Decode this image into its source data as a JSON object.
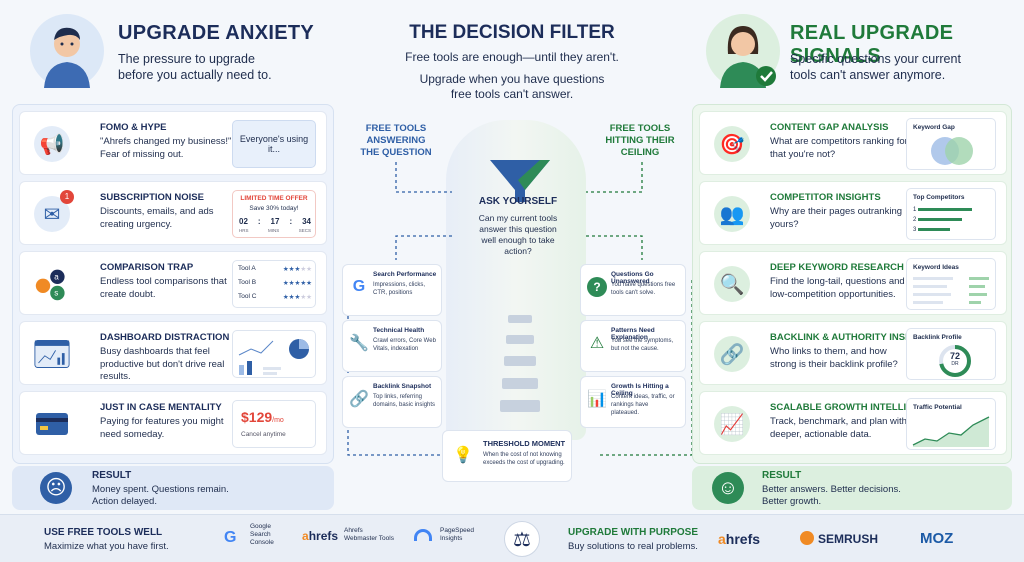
{
  "left_header": {
    "title": "UPGRADE ANXIETY",
    "subtitle_line1": "The pressure to upgrade",
    "subtitle_line2": "before you actually need to."
  },
  "center_header": {
    "title": "THE DECISION FILTER",
    "line1": "Free tools are enough—until they aren't.",
    "line2": "Upgrade when you have questions",
    "line3": "free tools can't answer."
  },
  "right_header": {
    "title": "REAL UPGRADE SIGNALS",
    "subtitle_line1": "Specific questions your current",
    "subtitle_line2": "tools can't answer anymore."
  },
  "left_items": [
    {
      "title": "FOMO & HYPE",
      "text": "\"Ahrefs changed my business!\" Fear of missing out.",
      "icon": "megaphone-icon",
      "aside": "Everyone's using it..."
    },
    {
      "title": "SUBSCRIPTION NOISE",
      "text": "Discounts, emails, and ads creating urgency.",
      "icon": "mail-icon",
      "badge": "1",
      "offer": "LIMITED TIME OFFER",
      "offer_sub": "Save 30% today!",
      "timer": [
        "02",
        "17",
        "34"
      ],
      "timer_labels": [
        "HRS",
        "MINS",
        "SECS"
      ]
    },
    {
      "title": "COMPARISON TRAP",
      "text": "Endless tool comparisons that create doubt.",
      "icon": "logos-icon",
      "tools": [
        "Tool A",
        "Tool B",
        "Tool C"
      ],
      "ratings": [
        3,
        5,
        3
      ]
    },
    {
      "title": "DASHBOARD DISTRACTION",
      "text": "Busy dashboards that feel productive but don't drive real results.",
      "icon": "dashboard-icon"
    },
    {
      "title": "JUST IN CASE MENTALITY",
      "text": "Paying for features you might need someday.",
      "icon": "credit-card-icon",
      "price": "$129",
      "price_unit": "/mo",
      "price_sub": "Cancel anytime"
    }
  ],
  "left_result": {
    "title": "RESULT",
    "line1": "Money spent. Questions remain.",
    "line2": "Action delayed."
  },
  "right_items": [
    {
      "title": "CONTENT GAP ANALYSIS",
      "text": "What are competitors ranking for that you're not?",
      "icon": "target-icon",
      "mini": "Keyword Gap"
    },
    {
      "title": "COMPETITOR INSIGHTS",
      "text": "Why are their pages outranking yours?",
      "icon": "users-icon",
      "mini": "Top Competitors",
      "ranks": [
        "1",
        "2",
        "3"
      ]
    },
    {
      "title": "DEEP KEYWORD RESEARCH",
      "text": "Find the long-tail, questions and low-competition opportunities.",
      "icon": "search-icon",
      "mini": "Keyword Ideas"
    },
    {
      "title": "BACKLINK & AUTHORITY INSIGHT",
      "text": "Who links to them, and how strong is their backlink profile?",
      "icon": "link-icon",
      "mini": "Backlink Profile",
      "dr": "72",
      "dr_label": "DR"
    },
    {
      "title": "SCALABLE GROWTH INTELLIGENCE",
      "text": "Track, benchmark, and plan with deeper, actionable data.",
      "icon": "growth-icon",
      "mini": "Traffic Potential"
    }
  ],
  "right_result": {
    "title": "RESULT",
    "line1": "Better answers. Better decisions.",
    "line2": "Better growth."
  },
  "center": {
    "left_label": [
      "FREE TOOLS",
      "ANSWERING",
      "THE QUESTION"
    ],
    "right_label": [
      "FREE TOOLS",
      "HITTING THEIR",
      "CEILING"
    ],
    "ask_title": "ASK YOURSELF",
    "ask_text": [
      "Can my current tools",
      "answer this question",
      "well enough to take",
      "action?"
    ],
    "left_cards": [
      {
        "title": "Search Performance",
        "text": "Impressions, clicks, CTR, positions",
        "icon": "google-icon"
      },
      {
        "title": "Technical Health",
        "text": "Crawl errors, Core Web Vitals, indexation",
        "icon": "wrench-icon"
      },
      {
        "title": "Backlink Snapshot",
        "text": "Top links, referring domains, basic insights",
        "icon": "link-icon"
      }
    ],
    "right_cards": [
      {
        "title": "Questions Go Unanswered",
        "text": "You have questions free tools can't solve.",
        "icon": "question-icon"
      },
      {
        "title": "Patterns Need Explanation",
        "text": "You see the symptoms, but not the cause.",
        "icon": "warning-icon"
      },
      {
        "title": "Growth Is Hitting a Ceiling",
        "text": "Content ideas, traffic, or rankings have plateaued.",
        "icon": "bar-chart-icon"
      }
    ],
    "threshold_title": "THRESHOLD MOMENT",
    "threshold_text": "When the cost of not knowing exceeds the cost of upgrading."
  },
  "bottom": {
    "left_title": "USE FREE TOOLS WELL",
    "left_text": "Maximize what you have first.",
    "tools": [
      {
        "name": "Google Search Console",
        "lines": [
          "Google",
          "Search",
          "Console"
        ]
      },
      {
        "name": "ahrefs",
        "lines": [
          "Ahrefs",
          "Webmaster Tools"
        ]
      },
      {
        "name": "PageSpeed Insights",
        "lines": [
          "PageSpeed",
          "Insights"
        ]
      }
    ],
    "right_title": "UPGRADE WITH PURPOSE",
    "right_text": "Buy solutions to real problems.",
    "brands": [
      "ahrefs",
      "SEMRUSH",
      "MOZ"
    ]
  },
  "colors": {
    "navy": "#1c2d5a",
    "green": "#1f7a3a",
    "blue": "#2f5fa6",
    "red": "#e2463a",
    "orange": "#f08a24"
  }
}
